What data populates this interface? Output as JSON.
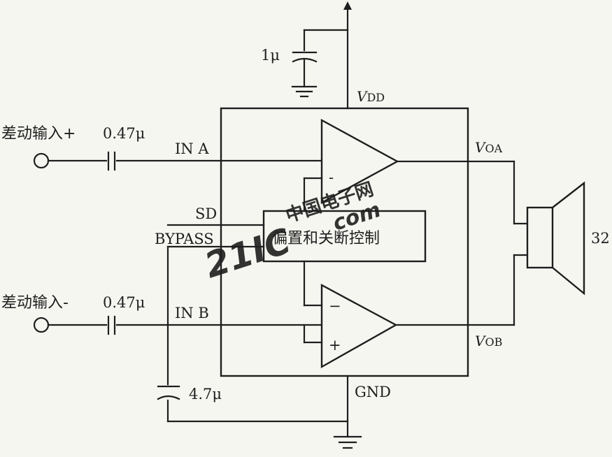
{
  "labels": {
    "in_plus": "差动输入+",
    "in_minus": "差动输入-",
    "cap_in_a": "0.47μ",
    "cap_in_b": "0.47μ",
    "cap_supply": "1μ",
    "cap_bypass": "4.7μ",
    "pin_in_a": "IN A",
    "pin_in_b": "IN B",
    "pin_sd": "SD",
    "pin_bypass": "BYPASS",
    "pin_gnd": "GND",
    "vdd_main": "V",
    "vdd_sub": "DD",
    "voa_main": "V",
    "voa_sub": "OA",
    "vob_main": "V",
    "vob_sub": "OB",
    "bias_block": "偏置和关断控制",
    "speaker": "32",
    "amp_a_minus": "-",
    "amp_b_minus": "−",
    "amp_b_plus": "+"
  },
  "watermark": {
    "site_cn": "中国电子网",
    "site_num": "21IC",
    "site_en": "com"
  },
  "colors": {
    "wire": "#1e1e1e",
    "background": "#f6f6f1",
    "watermark_red": "#e8a2a2",
    "watermark_blue": "#9db4de"
  }
}
